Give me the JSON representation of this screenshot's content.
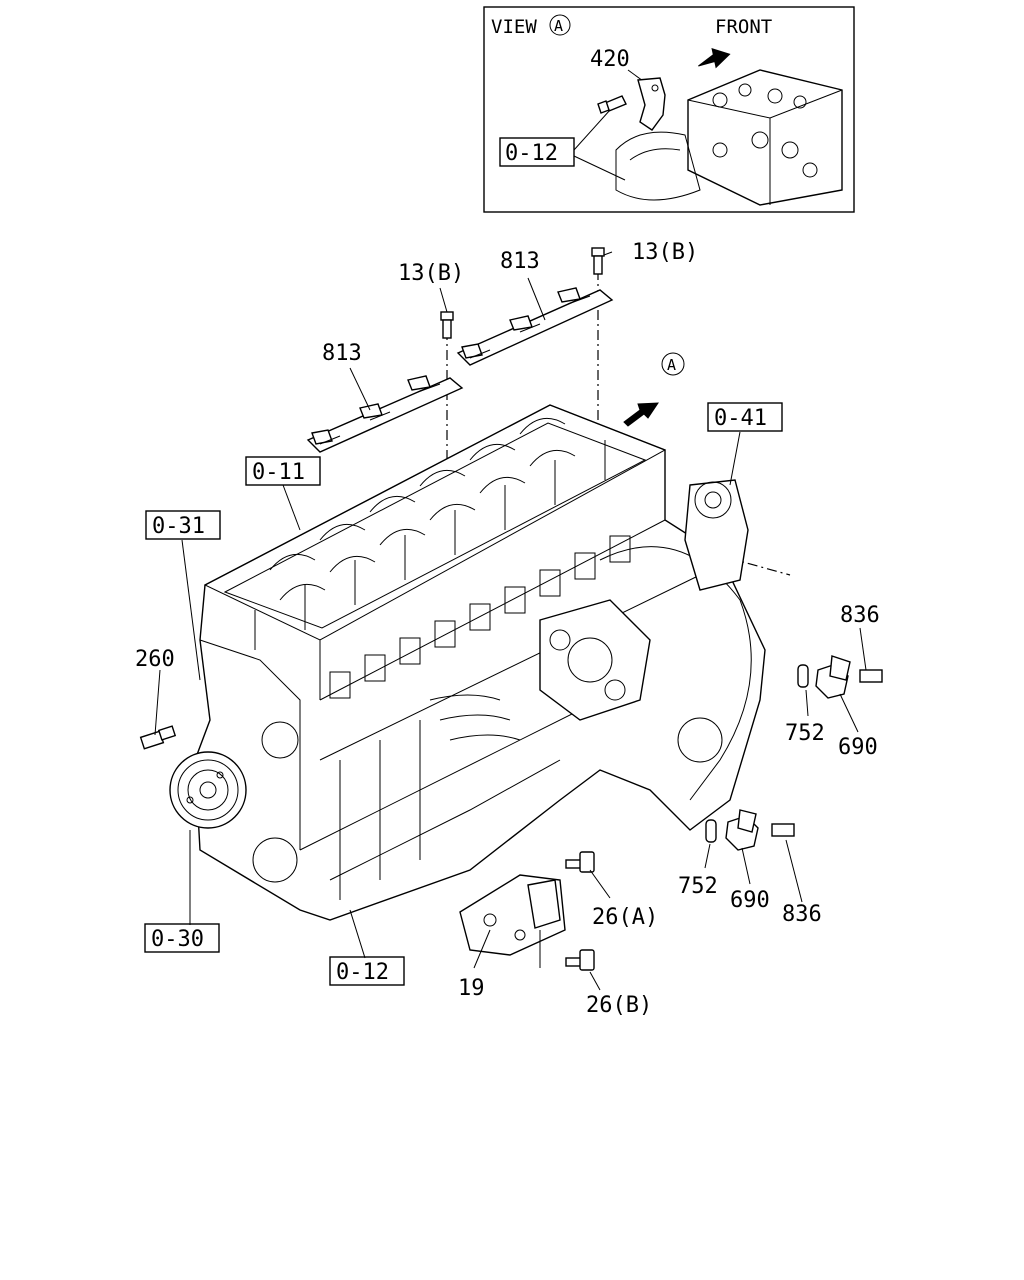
{
  "inset": {
    "view_title": "VIEW",
    "view_marker": "A",
    "front_label": "FRONT",
    "part_420": "420",
    "ref_0_12": "0-12"
  },
  "main": {
    "view_arrow_marker": "A",
    "refs": {
      "r0_41": "0-41",
      "r0_11": "0-11",
      "r0_31": "0-31",
      "r0_30": "0-30",
      "r0_12": "0-12"
    },
    "parts": {
      "p13b_left": "13(B)",
      "p13b_right": "13(B)",
      "p813_top": "813",
      "p813_left": "813",
      "p260": "260",
      "p836_upper": "836",
      "p752_upper": "752",
      "p690_upper": "690",
      "p752_lower": "752",
      "p690_lower": "690",
      "p836_lower": "836",
      "p26a": "26(A)",
      "p26b": "26(B)",
      "p19": "19"
    }
  }
}
